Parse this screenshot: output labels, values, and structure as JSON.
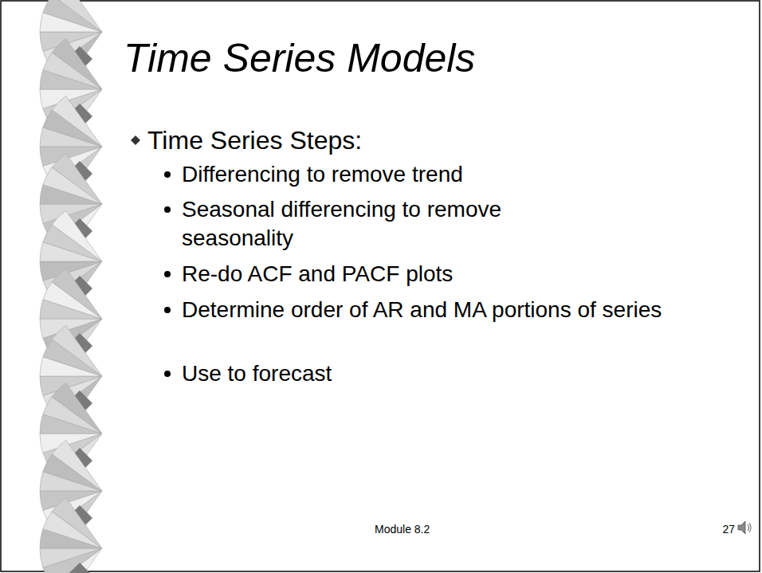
{
  "diagram": {
    "title": "Time Series Models",
    "labels": [
      "Time Series Steps:",
      "Differencing to remove trend",
      "Seasonal differencing to remove seasonality",
      "Re-do ACF and PACF plots",
      "Determine order of AR and MA portions of series",
      "Use to forecast",
      "Module 8.2",
      "27"
    ]
  }
}
